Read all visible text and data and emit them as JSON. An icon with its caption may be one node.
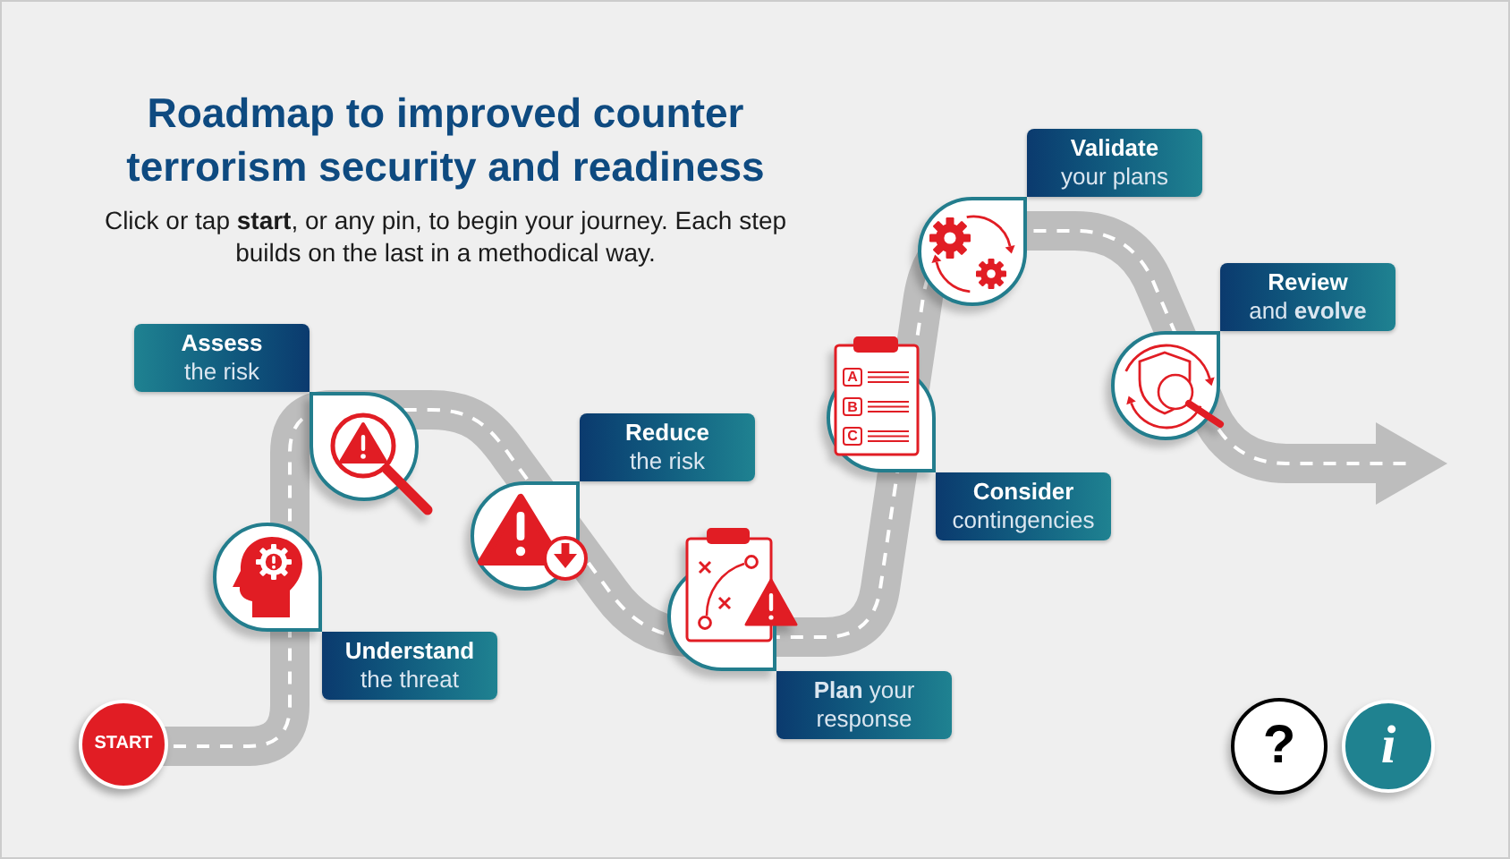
{
  "diagram": {
    "title": "Roadmap to improved counter terrorism security and readiness",
    "caption": "Click or tap **start**, or any pin, to begin your journey. Each step builds on the last in a methodical way.",
    "nodes": [
      {
        "text": [
          "START"
        ]
      },
      {
        "text": [
          "Understand",
          "the threat"
        ]
      },
      {
        "text": [
          "Assess",
          "the risk"
        ]
      },
      {
        "text": [
          "Reduce",
          "the risk"
        ]
      },
      {
        "text": [
          "**Plan** your response"
        ]
      },
      {
        "text": [
          "Consider",
          "contingencies"
        ]
      },
      {
        "text": [
          "Validate",
          "your plans"
        ]
      },
      {
        "text": [
          "Review",
          "and **evolve**"
        ]
      },
      {
        "text": [
          "?"
        ]
      },
      {
        "text": [
          "i"
        ]
      }
    ],
    "labels": [
      "A",
      "B",
      "C"
    ]
  }
}
